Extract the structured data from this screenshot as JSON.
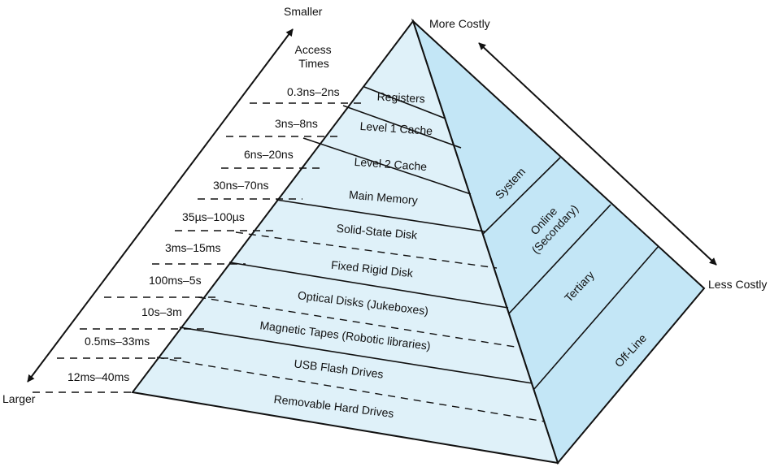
{
  "labels": {
    "smaller": "Smaller",
    "larger": "Larger",
    "access_times": [
      "Access",
      "Times"
    ],
    "more_costly": "More Costly",
    "less_costly": "Less Costly"
  },
  "levels": [
    "Registers",
    "Level 1 Cache",
    "Level 2 Cache",
    "Main Memory",
    "Solid-State Disk",
    "Fixed Rigid Disk",
    "Optical Disks (Jukeboxes)",
    "Magnetic Tapes (Robotic libraries)",
    "USB Flash Drives",
    "Removable Hard Drives"
  ],
  "access_time_values": [
    "0.3ns–2ns",
    "3ns–8ns",
    "6ns–20ns",
    "30ns–70ns",
    "35µs–100µs",
    "3ms–15ms",
    "100ms–5s",
    "10s–3m",
    "0.5ms–33ms",
    "12ms–40ms"
  ],
  "side_groups": [
    [
      "System"
    ],
    [
      "Online",
      "(Secondary)"
    ],
    [
      "Tertiary"
    ],
    [
      "Off-Line"
    ]
  ],
  "colors": {
    "front_face": "#dff1f9",
    "side_face": "#c3e6f6",
    "outline": "#111111"
  }
}
